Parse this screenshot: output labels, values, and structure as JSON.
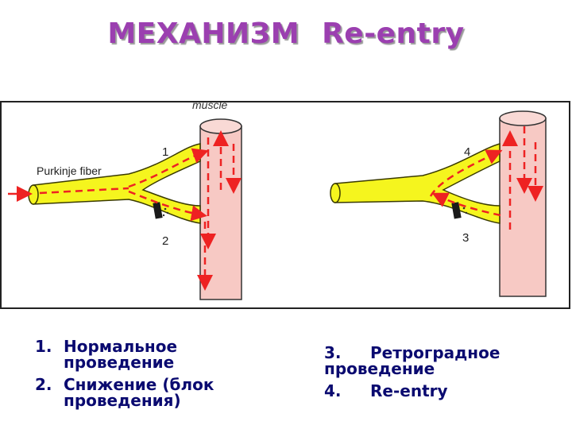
{
  "header": {
    "title_part1": "МЕХАНИЗМ",
    "title_part2": "Re-entry"
  },
  "diagram": {
    "purkinje_label": "Purkinje fiber",
    "muscle_label": "muscle",
    "marker_1": "1",
    "marker_2": "2",
    "marker_3": "3",
    "marker_4": "4",
    "colors": {
      "fiber": "#f5f51e",
      "fiber_outline": "#3a3a00",
      "muscle": "#f7c9c4",
      "muscle_outline": "#333333",
      "arrow": "#ee2222"
    }
  },
  "legend": {
    "items": [
      {
        "num": "1.",
        "line1": "Нормальное",
        "line2": "проведение"
      },
      {
        "num": "2.",
        "line1": "Снижение (блок",
        "line2": "проведения)"
      },
      {
        "num": "3.",
        "line1": "Ретроградное",
        "line2": "проведение"
      },
      {
        "num": "4.",
        "line1": "Re-entry",
        "line2": ""
      }
    ]
  }
}
